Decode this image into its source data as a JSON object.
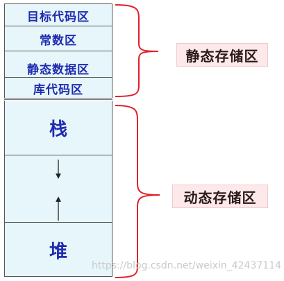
{
  "diagram": {
    "regions": [
      {
        "label": "目标代码区"
      },
      {
        "label": "常数区"
      },
      {
        "label": "静态数据区"
      },
      {
        "label": "库代码区"
      },
      {
        "label": "栈"
      },
      {
        "label": ""
      },
      {
        "label": ""
      },
      {
        "label": "堆"
      }
    ],
    "groups": {
      "static": "静态存储区",
      "dynamic": "动态存储区"
    },
    "watermark": "https://blog.csdn.net/weixin_42437114",
    "colors": {
      "region_fill": "#e6f6fa",
      "region_text": "#1f2bb0",
      "bracket": "#e0202a",
      "group_label_fill": "#fde9ea"
    }
  }
}
